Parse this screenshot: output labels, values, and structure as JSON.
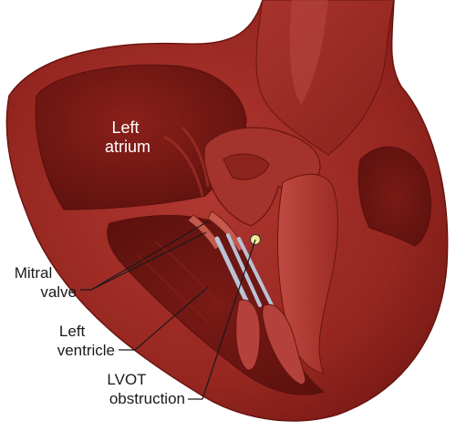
{
  "labels": {
    "left_atrium": [
      "Left",
      "atrium"
    ],
    "mitral_valve": [
      "Mitral",
      "valve"
    ],
    "left_ventricle": [
      "Left",
      "ventricle"
    ],
    "lvot_obstruction": [
      "LVOT",
      "obstruction"
    ]
  },
  "colors": {
    "myocardium_outer": "#8e1f1b",
    "myocardium_mid": "#a8302a",
    "chamber_dark": "#6b1512",
    "inner_wall": "#b23a31",
    "aorta": "#9c2a24",
    "chordae": "#b8c4d6",
    "marker": "#f2e69a",
    "leader_line": "#1a1a1a",
    "label_dark": "#1a1a1a",
    "label_light": "#ffffff"
  }
}
